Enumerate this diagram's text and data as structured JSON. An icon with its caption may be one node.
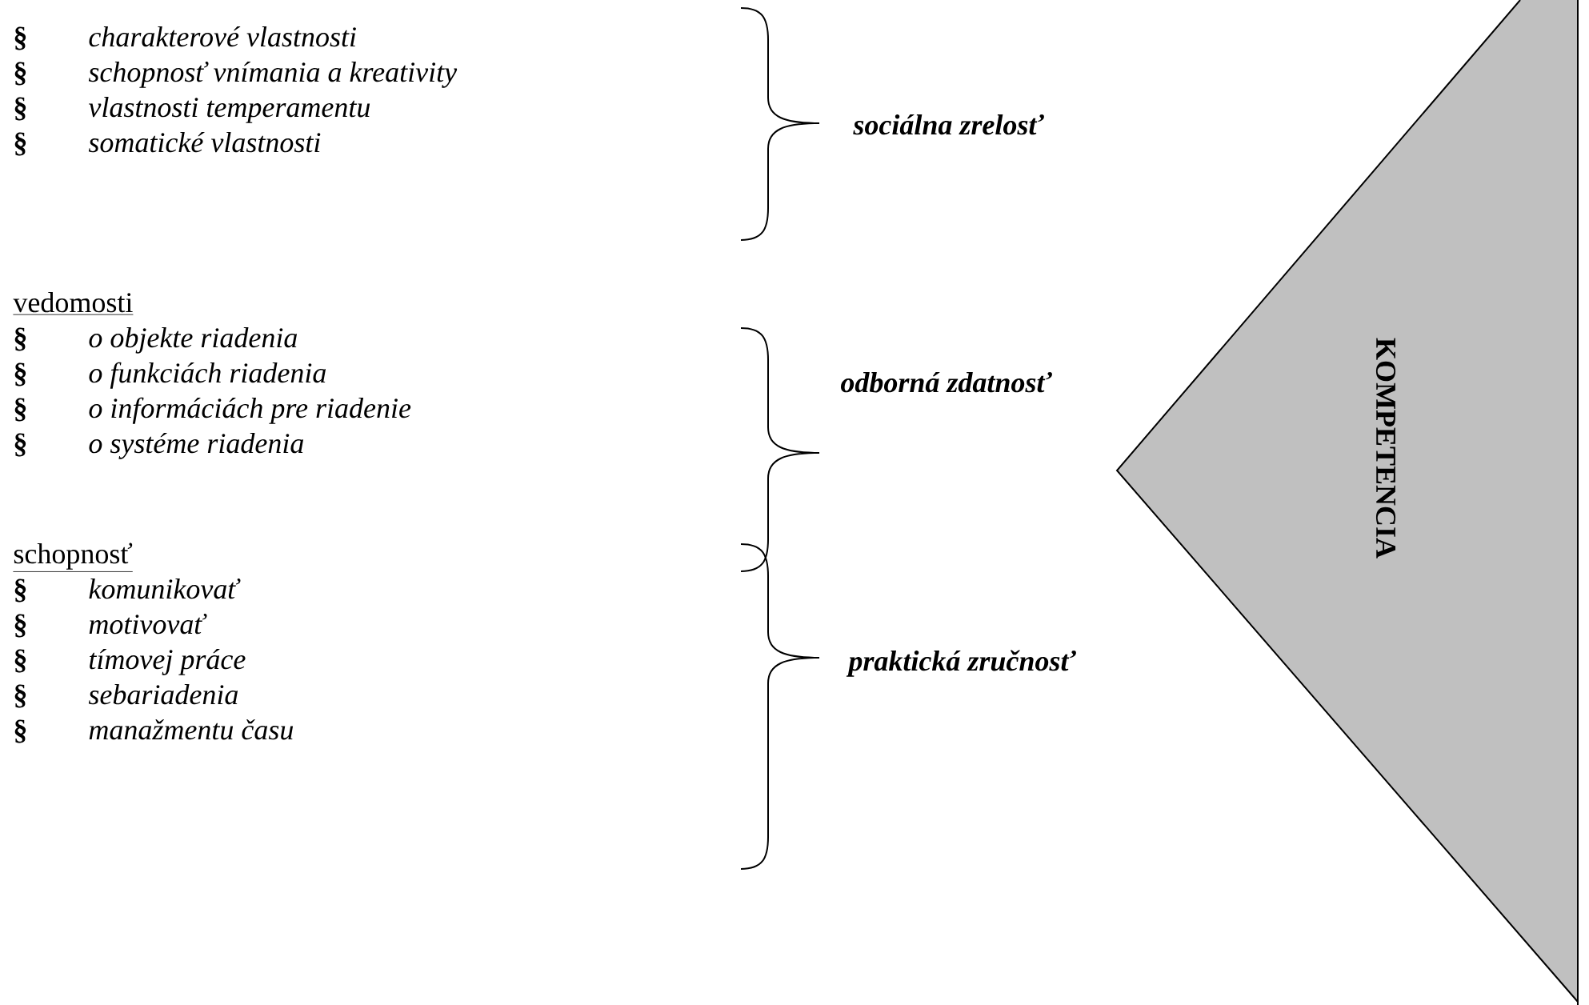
{
  "diagram": {
    "nodes": [
      {
        "text": [
          "KOMPETENCIA"
        ]
      }
    ],
    "labels": [
      "§",
      "charakterové vlastnosti",
      "§",
      "schopnosť vnímania a kreativity",
      "§",
      "vlastnosti temperamentu",
      "§",
      "somatické vlastnosti",
      "sociálna zrelosť",
      "vedomosti",
      "§",
      "o objekte riadenia",
      "§",
      "o funkciách riadenia",
      "§",
      "o informáciách pre riadenie",
      "§",
      "o systéme riadenia",
      "odborná zdatnosť",
      "schopnosť",
      "§",
      "komunikovať",
      "§",
      "motivovať",
      "§",
      "tímovej práce",
      "§",
      "sebariadenia",
      "§",
      "manažmentu času",
      "praktická zručnosť"
    ]
  }
}
